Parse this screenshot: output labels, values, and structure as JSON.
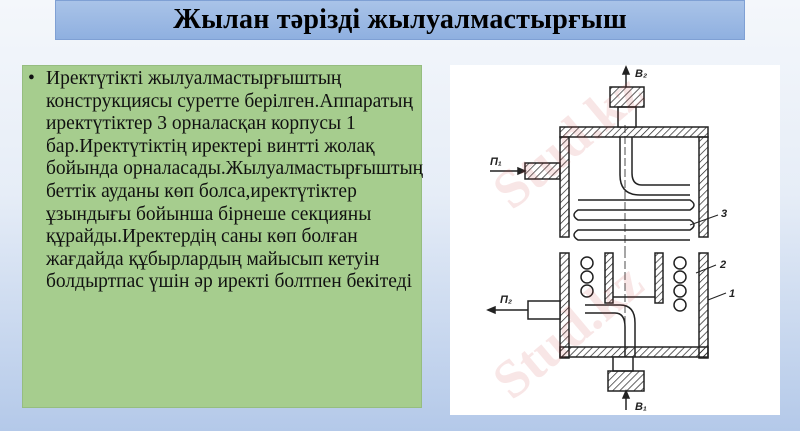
{
  "slide": {
    "title": "Жылан тәрізді жылуалмастырғыш",
    "bullet_marker": "•",
    "bullet_text": "Иректүтікті жылуалмастырғыштың конструкциясы суретте берілген.Аппаратың иректүтіктер 3 орналасқан корпусы 1 бар.Иректүтіктің иректері винтті жолақ бойында орналасады.Жылуалмастырғыштың беттік ауданы көп болса,иректүтіктер ұзындығы бойынша бірнеше секцияны құрайды.Иректердің саны көп болған жағдайда құбырлардың майысып кетуін болдыртпас үшін әр иректі болтпен бекітеді"
  },
  "diagram": {
    "labels": {
      "outlet_top": "B₂",
      "inlet_bottom": "B₁",
      "inlet_side": "П₁",
      "outlet_side": "П₂",
      "part_1": "1",
      "part_2": "2",
      "part_3": "3"
    }
  },
  "watermark": "Stud.kz",
  "colors": {
    "title_bg": "#98b6e3",
    "text_box_bg": "#a6cd8e",
    "diagram_bg": "#ffffff"
  }
}
